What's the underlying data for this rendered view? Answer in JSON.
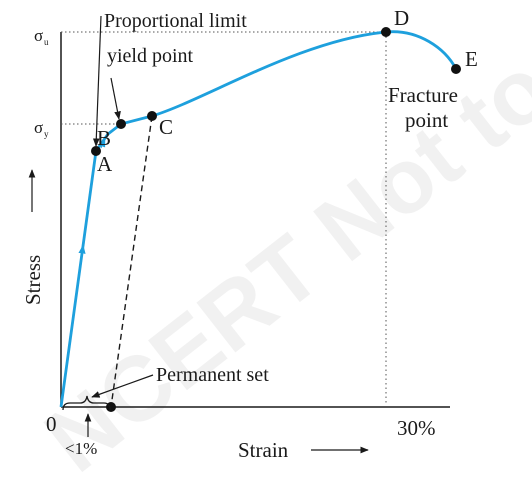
{
  "figure": {
    "axes": {
      "y_label": "Stress",
      "x_label": "Strain",
      "origin_label": "0",
      "x_tick_label": "30%",
      "small_strain_label": "<1%",
      "sigma_u": {
        "base": "σ",
        "sub": "u"
      },
      "sigma_y": {
        "base": "σ",
        "sub": "y"
      }
    },
    "points": {
      "A": "A",
      "B": "B",
      "C": "C",
      "D": "D",
      "E": "E"
    },
    "callouts": {
      "proportional_limit": "Proportional limit",
      "yield_point": "yield point",
      "fracture_line1": "Fracture",
      "fracture_line2": "point",
      "permanent_set": "Permanent set"
    },
    "watermark": "NCERT Not to be republished",
    "colors": {
      "curve": "#1ea0dd",
      "ink": "#1a1a1a",
      "guide": "#555555"
    }
  }
}
